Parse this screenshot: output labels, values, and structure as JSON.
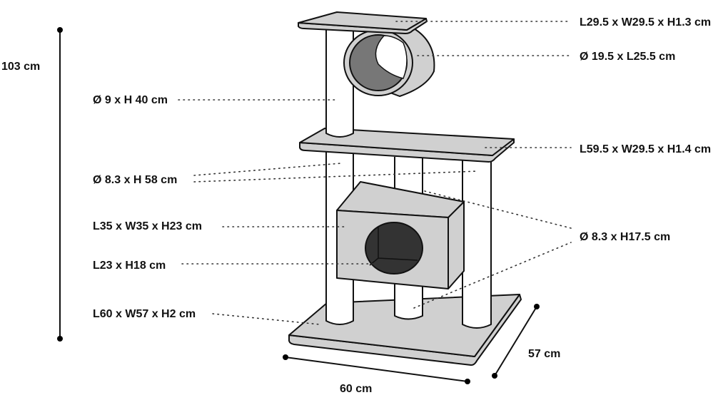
{
  "labels": {
    "total_height": "103 cm",
    "top_platform": "L29.5 x W29.5 x H1.3 cm",
    "tunnel": "Ø 19.5 x L25.5 cm",
    "top_post": "Ø 9 x H 40 cm",
    "middle_platform": "L59.5 x W29.5 x H1.4 cm",
    "long_posts": "Ø 8.3 x H 58 cm",
    "cave": "L35 x W35 x H23 cm",
    "cave_entrance": "L23 x H18 cm",
    "short_posts": "Ø 8.3 x H17.5 cm",
    "base": "L60 x W57 x H2 cm",
    "base_width": "60 cm",
    "base_depth": "57 cm"
  }
}
